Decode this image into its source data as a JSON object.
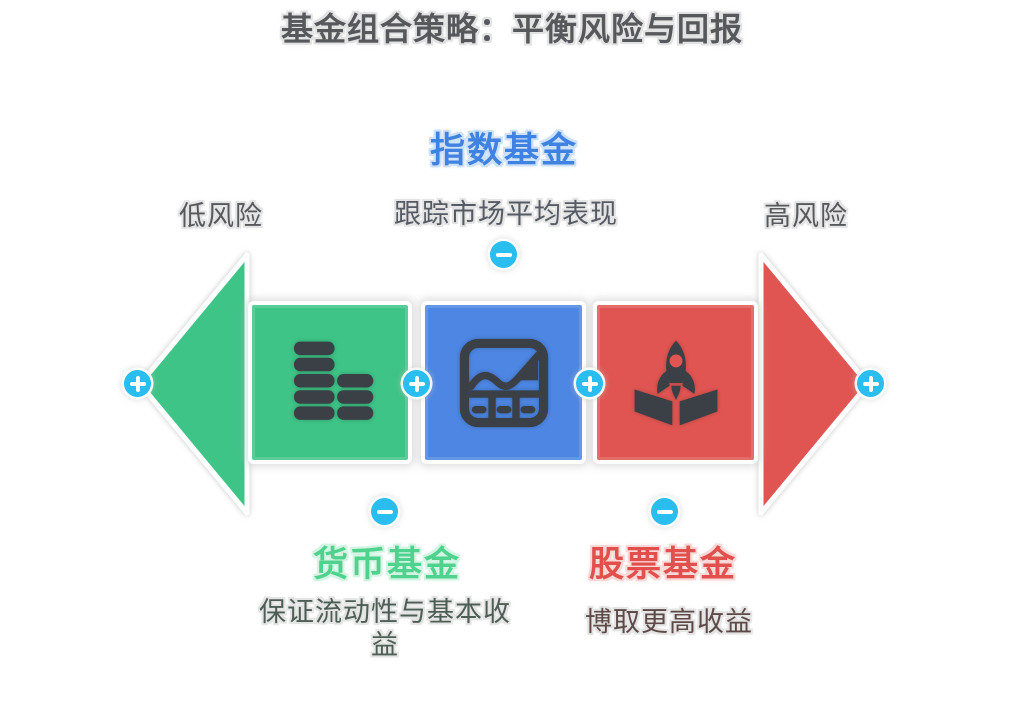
{
  "title": "基金组合策略：平衡风险与回报",
  "risk_axis": {
    "low_label": "低风险",
    "high_label": "高风险"
  },
  "funds": {
    "money": {
      "name": "货币基金",
      "description": "保证流动性与基本收益",
      "color": "#3EC487",
      "name_color": "#4FD28D",
      "description_color": "#4D5E55"
    },
    "index": {
      "name": "指数基金",
      "description": "跟踪市场平均表现",
      "color": "#4D86E3",
      "name_color": "#3F82E1",
      "description_color": "#545B64"
    },
    "stock": {
      "name": "股票基金",
      "description": "博取更高收益",
      "color": "#E05552",
      "name_color": "#E2504D",
      "description_color": "#5D4A47"
    }
  },
  "controls": {
    "color": "#29BDF0",
    "plus_symbol": "+",
    "minus_symbol": "−"
  },
  "icons": {
    "money_fund": "coin-stack-icon",
    "index_fund": "growth-chart-icon",
    "stock_fund": "rocket-launch-icon",
    "expand": "plus-icon",
    "collapse": "minus-icon"
  },
  "text_colors": {
    "title": "#57585B",
    "labels": "#56585B"
  }
}
